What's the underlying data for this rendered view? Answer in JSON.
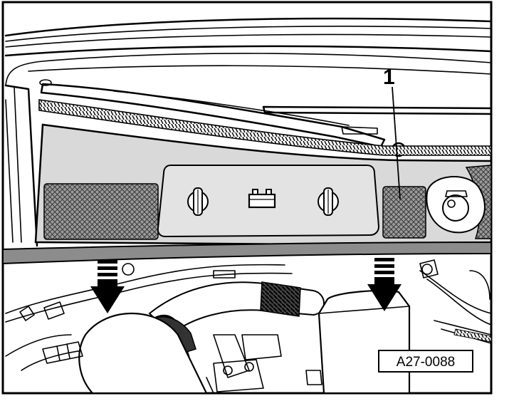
{
  "callouts": [
    {
      "id": "1",
      "label": "1"
    }
  ],
  "reference_code": "A27-0088",
  "colors": {
    "cover_fill": "#d9d9d9",
    "cover_rim": "#8c8c8c",
    "line": "#000000",
    "background": "#ffffff"
  },
  "icons": [
    "battery-icon",
    "quarter-turn-fastener-icon",
    "downward-arrow-icon"
  ]
}
